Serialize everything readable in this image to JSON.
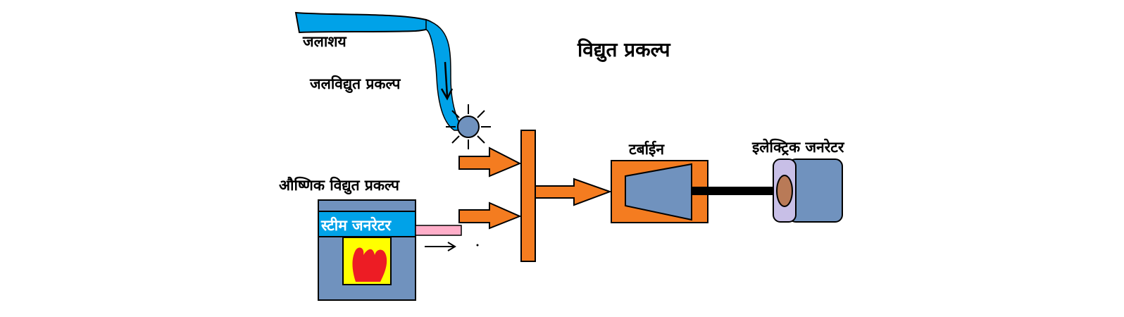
{
  "title": "विद्युत प्रकल्प",
  "labels": {
    "reservoir": "जलाशय",
    "hydro_plant": "जलविद्युत प्रकल्प",
    "thermal_plant": "औष्णिक विद्युत प्रकल्प",
    "steam_generator": "स्टीम जनरेटर",
    "turbine": "टर्बाईन",
    "electric_generator": "इलेक्ट्रिक जनरेटर"
  },
  "colors": {
    "water": "#00a2e8",
    "arrow_orange": "#f47c20",
    "machine_blue": "#7092be",
    "firebox_yellow": "#ffff00",
    "flame_red": "#ed1c24",
    "pipe_pink": "#ffaec9",
    "coupling_lavender": "#c8bfe7",
    "hub_brown": "#b97a57"
  }
}
